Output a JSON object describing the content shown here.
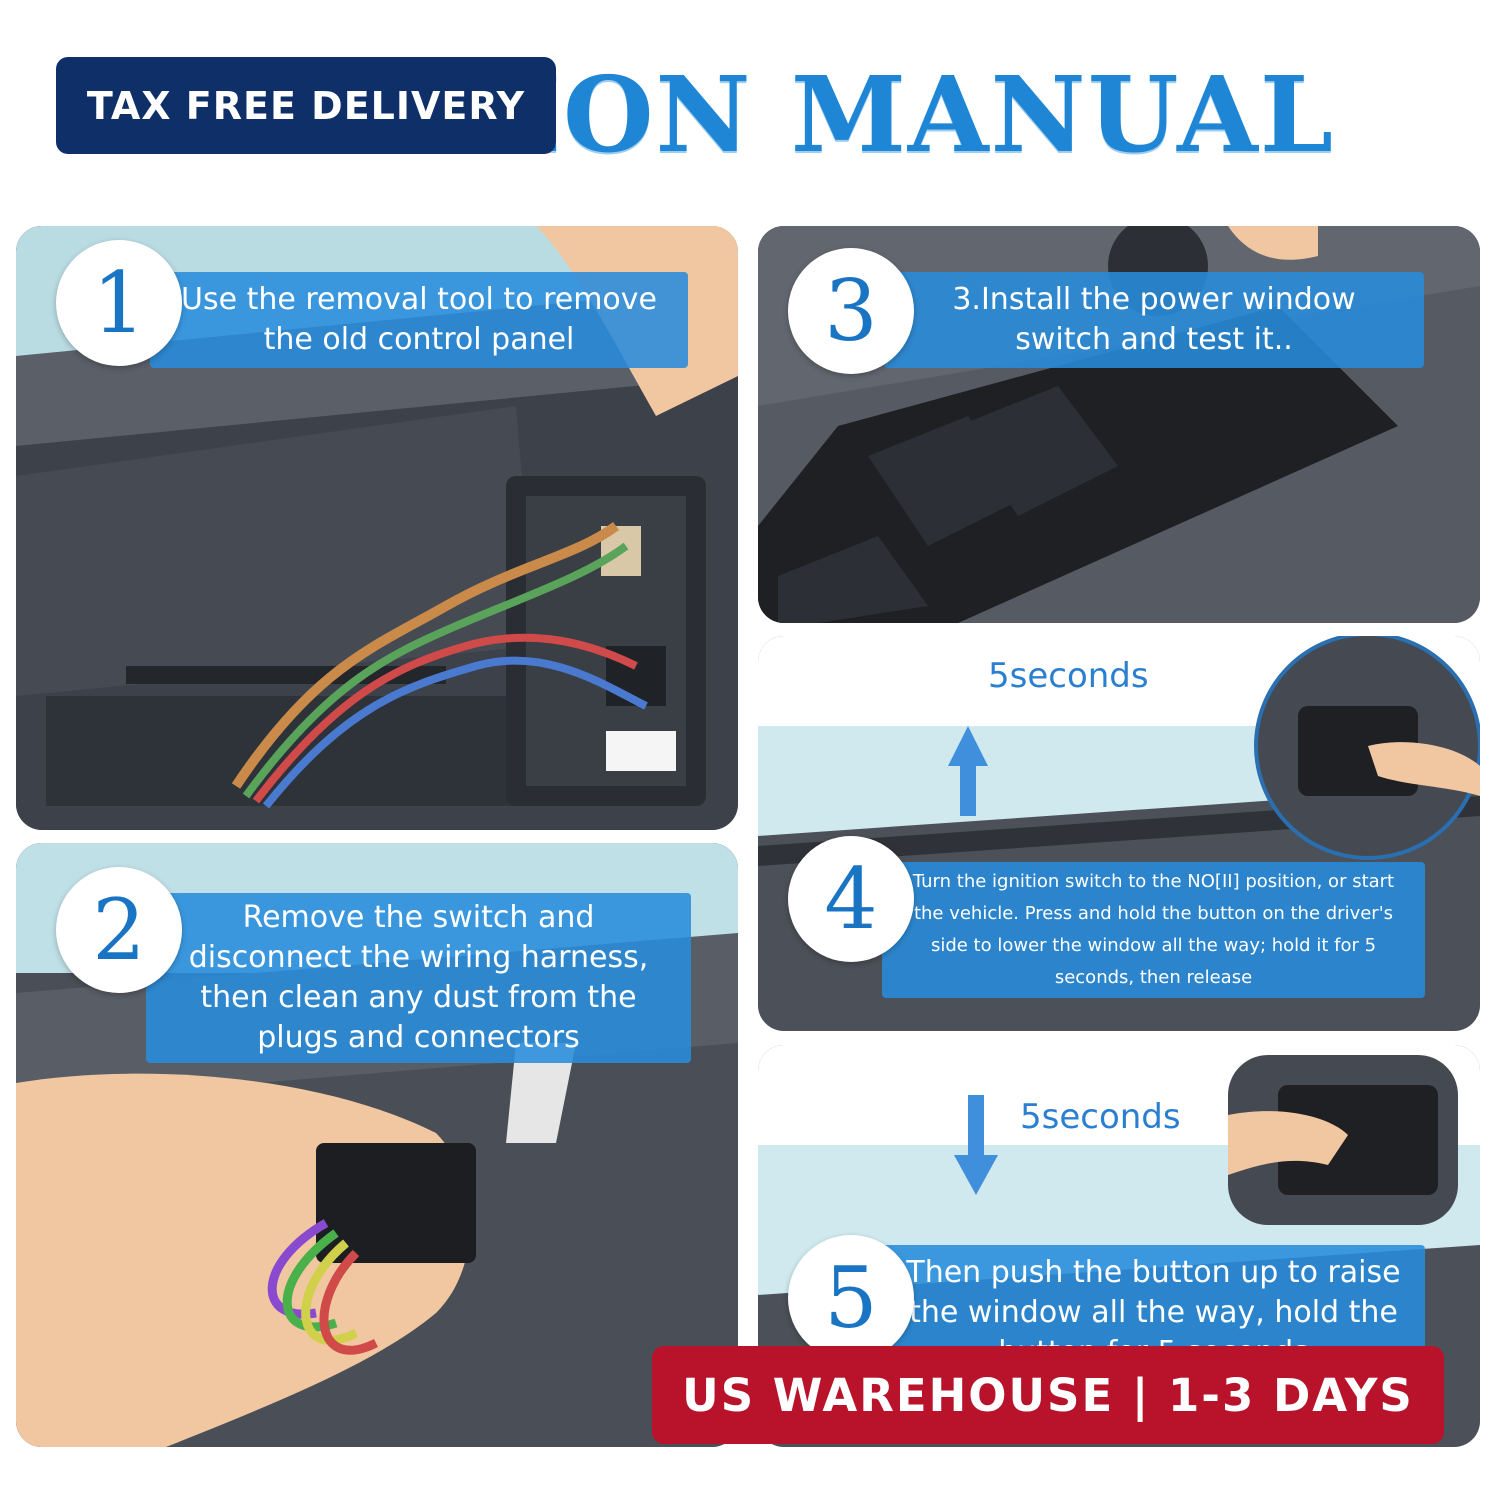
{
  "header": {
    "title_visible": "ATION MANUAL",
    "badge_top": "TAX FREE DELIVERY",
    "badge_bottom": "US WAREHOUSE | 1-3 DAYS"
  },
  "steps": [
    {
      "number": "1",
      "text": "Use the removal tool to remove the old control panel"
    },
    {
      "number": "2",
      "text": "Remove the switch and disconnect the wiring harness, then clean any dust from the plugs and connectors"
    },
    {
      "number": "3",
      "text": "3.Install the power window switch and test it.."
    },
    {
      "number": "4",
      "text": "Turn the ignition switch to the NO[II] position, or start the vehicle. Press and hold the button on the driver's side to lower the window all the way; hold it for 5 seconds, then release",
      "hint": "5seconds"
    },
    {
      "number": "5",
      "text": "Then push the button up to raise the window all the way, hold the button for 5 seconds",
      "hint": "5seconds"
    }
  ],
  "colors": {
    "title_blue": "#1f86d6",
    "badge_navy": "#0f2f68",
    "badge_red": "#b8132b",
    "caption_blue": "#288cdc"
  }
}
